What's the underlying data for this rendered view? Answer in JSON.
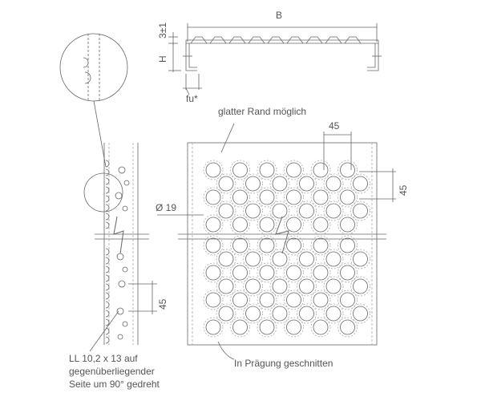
{
  "labels": {
    "dim_B": "B",
    "dim_3": "3±1",
    "dim_H": "H",
    "dim_fu": "fu*",
    "smooth_edge": "glatter Rand möglich",
    "dim_45_top": "45",
    "dim_45_right": "45",
    "dim_45_left": "45",
    "dia": "Ø 19",
    "note_line1": "LL 10,2 x 13 auf",
    "note_line2": "gegenüberliegender",
    "note_line3": "Seite um 90° gedreht",
    "cut_note": "In Prägung geschnitten"
  },
  "colors": {
    "line": "#666666",
    "light": "#aaaaaa",
    "text": "#555555"
  }
}
